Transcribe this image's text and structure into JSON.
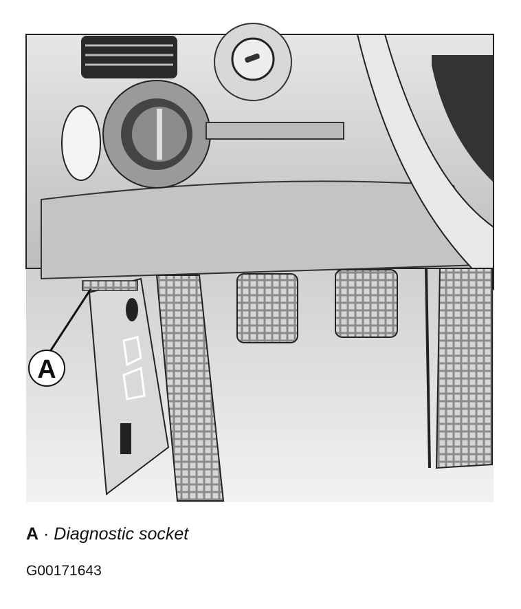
{
  "figure": {
    "callout_label": "A",
    "caption": {
      "key": "A",
      "separator": " · ",
      "description": "Diagnostic socket"
    },
    "figure_code": "G00171643"
  }
}
